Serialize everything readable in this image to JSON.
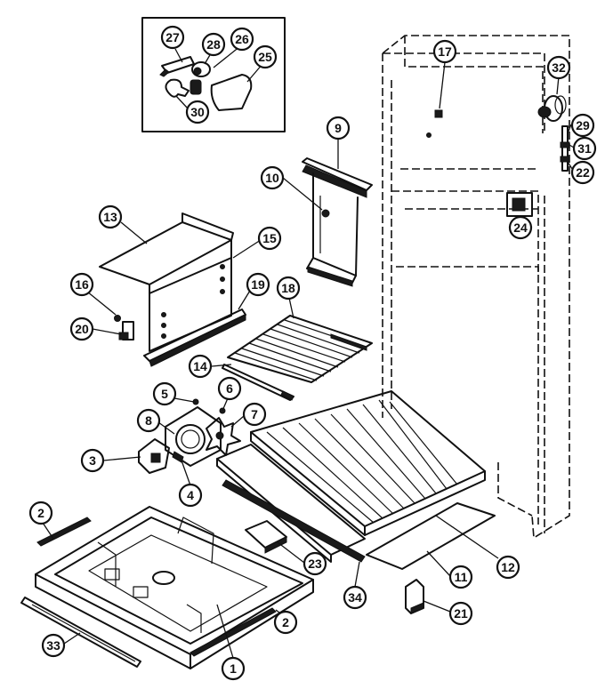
{
  "diagram": {
    "callouts": [
      {
        "id": "c27",
        "label": "27"
      },
      {
        "id": "c28",
        "label": "28"
      },
      {
        "id": "c26",
        "label": "26"
      },
      {
        "id": "c25",
        "label": "25"
      },
      {
        "id": "c30",
        "label": "30"
      },
      {
        "id": "c17",
        "label": "17"
      },
      {
        "id": "c32",
        "label": "32"
      },
      {
        "id": "c29",
        "label": "29"
      },
      {
        "id": "c31",
        "label": "31"
      },
      {
        "id": "c22",
        "label": "22"
      },
      {
        "id": "c9",
        "label": "9"
      },
      {
        "id": "c10",
        "label": "10"
      },
      {
        "id": "c24",
        "label": "24"
      },
      {
        "id": "c13",
        "label": "13"
      },
      {
        "id": "c15",
        "label": "15"
      },
      {
        "id": "c16",
        "label": "16"
      },
      {
        "id": "c19",
        "label": "19"
      },
      {
        "id": "c18",
        "label": "18"
      },
      {
        "id": "c20",
        "label": "20"
      },
      {
        "id": "c14",
        "label": "14"
      },
      {
        "id": "c5",
        "label": "5"
      },
      {
        "id": "c6",
        "label": "6"
      },
      {
        "id": "c8",
        "label": "8"
      },
      {
        "id": "c7",
        "label": "7"
      },
      {
        "id": "c3",
        "label": "3"
      },
      {
        "id": "c4",
        "label": "4"
      },
      {
        "id": "c2a",
        "label": "2"
      },
      {
        "id": "c23",
        "label": "23"
      },
      {
        "id": "c11",
        "label": "11"
      },
      {
        "id": "c12",
        "label": "12"
      },
      {
        "id": "c34",
        "label": "34"
      },
      {
        "id": "c21",
        "label": "21"
      },
      {
        "id": "c33",
        "label": "33"
      },
      {
        "id": "c2b",
        "label": "2"
      },
      {
        "id": "c1",
        "label": "1"
      }
    ]
  }
}
